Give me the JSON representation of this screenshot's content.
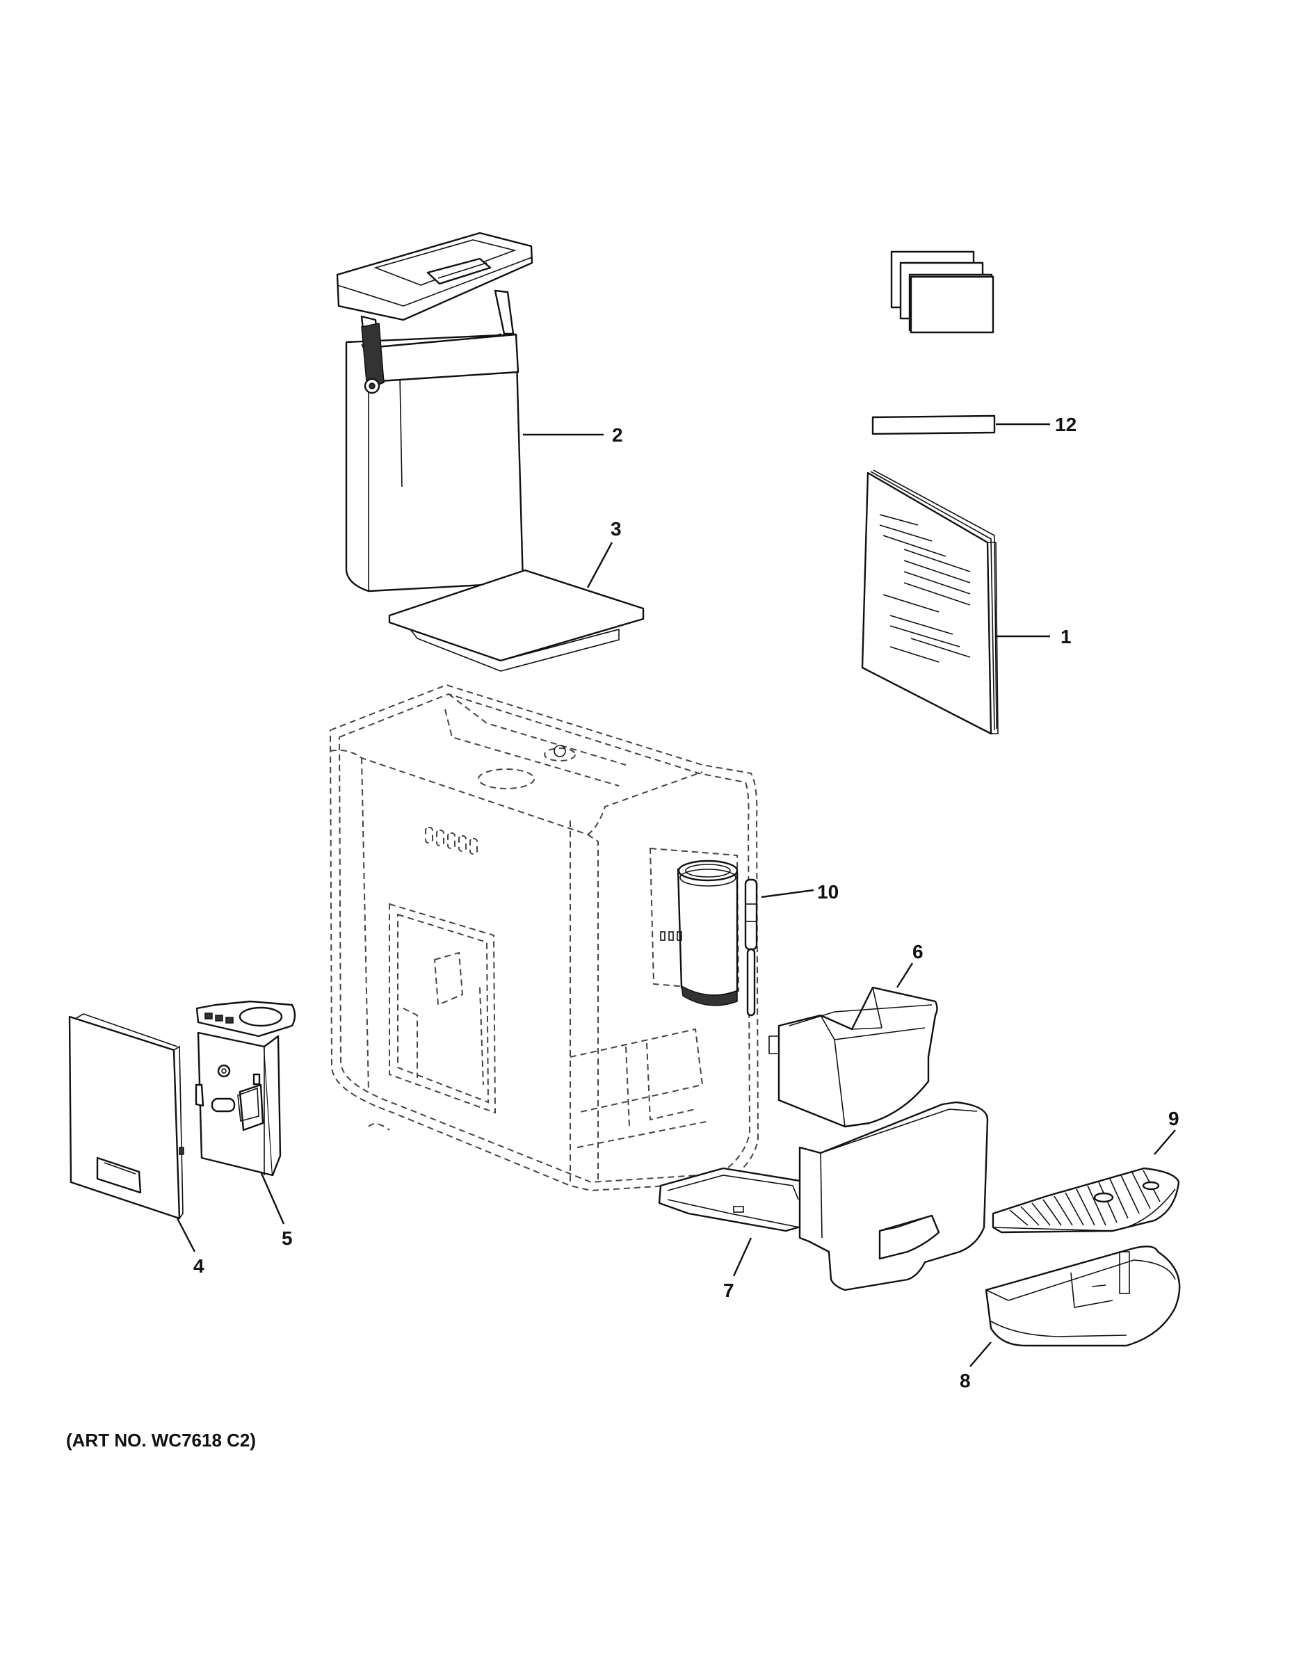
{
  "callouts": {
    "p1": "1",
    "p2": "2",
    "p3": "3",
    "p4": "4",
    "p5": "5",
    "p6": "6",
    "p7": "7",
    "p8": "8",
    "p9": "9",
    "p10": "10",
    "p12": "12"
  },
  "art_number": "(ART NO. WC7618 C2)"
}
